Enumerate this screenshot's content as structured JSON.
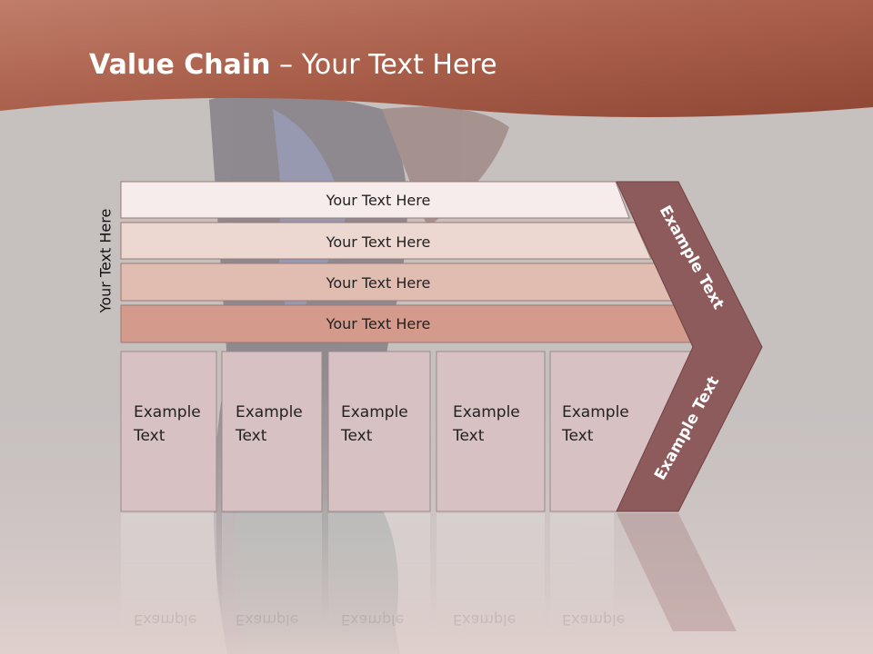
{
  "slide": {
    "title_bold": "Value Chain",
    "title_rest": " – Your Text Here",
    "side_label": "Your Text Here"
  },
  "support_rows": [
    {
      "label": "Your Text Here",
      "color": "#f6ecec"
    },
    {
      "label": "Your Text Here",
      "color": "#ecd7d1"
    },
    {
      "label": "Your Text Here",
      "color": "#e1bcb1"
    },
    {
      "label": "Your Text Here",
      "color": "#d49b8c"
    }
  ],
  "primary_boxes": [
    {
      "line1": "Example",
      "line2": "Text"
    },
    {
      "line1": "Example",
      "line2": "Text"
    },
    {
      "line1": "Example",
      "line2": "Text"
    },
    {
      "line1": "Example",
      "line2": "Text"
    },
    {
      "line1": "Example",
      "line2": "Text"
    }
  ],
  "chevron": {
    "upper_label": "Example Text",
    "lower_label": "Example Text",
    "color": "#8e5b5c"
  },
  "colors": {
    "header_band": "#a85d48",
    "box_fill": "#d7c1c2"
  }
}
